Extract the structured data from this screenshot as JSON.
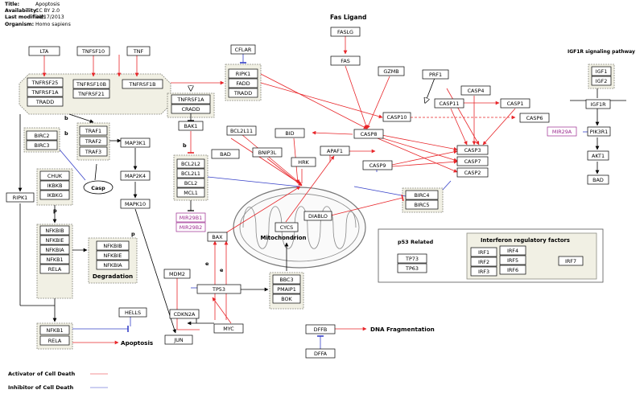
{
  "metadata": {
    "title_label": "Title:",
    "title": "Apoptosis",
    "availability_label": "Availability:",
    "availability": "CC BY 2.0",
    "modified_label": "Last modified:",
    "modified": "10/17/2013",
    "organism_label": "Organism:",
    "organism": "Homo sapiens"
  },
  "labels": {
    "fas_ligand": "Fas Ligand",
    "igf1r_pathway": "IGF1R signaling pathway",
    "mitochondrion": "Mitochondrion",
    "degradation": "Degradation",
    "apoptosis": "Apoptosis",
    "dna_fragmentation": "DNA Fragmentation",
    "p53_related": "p53 Related",
    "interferon": "Interferon regulatory factors",
    "casp": "Casp",
    "b1": "b",
    "b2": "b",
    "b3": "b",
    "p1": "p",
    "p2": "p",
    "e1": "e",
    "e2": "e"
  },
  "legend": {
    "activator": "Activator of Cell Death",
    "inhibitor": "Inhibitor of Cell Death"
  },
  "colors": {
    "activator": "#e8262a",
    "inhibitor": "#3540c8",
    "mirna": "#9b2a8f",
    "group_fill": "#f1f0e4",
    "group_stroke": "#8d8d82"
  },
  "genes": {
    "LTA": "LTA",
    "TNFSF10": "TNFSF10",
    "TNF": "TNF",
    "TNFRSF25": "TNFRSF25",
    "TNFRSF1A": "TNFRSF1A",
    "TRADD": "TRADD",
    "TNFRSF10B": "TNFRSF10B",
    "TNFRSF21": "TNFRSF21",
    "TNFRSF1B": "TNFRSF1B",
    "TNFRSF1A_2": "TNFRSF1A",
    "CRADD": "CRADD",
    "CFLAR": "CFLAR",
    "RIPK1": "RIPK1",
    "FADD": "FADD",
    "TRADD_2": "TRADD",
    "FASLG": "FASLG",
    "FAS": "FAS",
    "GZMB": "GZMB",
    "PRF1": "PRF1",
    "CASP4": "CASP4",
    "CASP11": "CASP11",
    "CASP1": "CASP1",
    "CASP10": "CASP10",
    "CASP6": "CASP6",
    "CASP8": "CASP8",
    "CASP3": "CASP3",
    "CASP7": "CASP7",
    "CASP2": "CASP2",
    "CASP9": "CASP9",
    "APAF1": "APAF1",
    "BID": "BID",
    "BCL2L11": "BCL2L11",
    "BNIP3L": "BNIP3L",
    "HRK": "HRK",
    "BAD": "BAD",
    "BAK1": "BAK1",
    "BCL2L2": "BCL2L2",
    "BCL2L1": "BCL2L1",
    "BCL2": "BCL2",
    "MCL1": "MCL1",
    "MIR29B1": "MIR29B1",
    "MIR29B2": "MIR29B2",
    "BIRC2": "BIRC2",
    "BIRC3": "BIRC3",
    "TRAF1": "TRAF1",
    "TRAF2": "TRAF2",
    "TRAF3": "TRAF3",
    "MAP3K1": "MAP3K1",
    "MAP2K4": "MAP2K4",
    "MAPK10": "MAPK10",
    "CHUK": "CHUK",
    "IKBKB": "IKBKB",
    "IKBKG": "IKBKG",
    "RIPK1_2": "RIPK1",
    "NFKBIB": "NFKBIB",
    "NFKBIE": "NFKBIE",
    "NFKBIA": "NFKBIA",
    "NFKB1": "NFKB1",
    "RELA": "RELA",
    "NFKBIB_2": "NFKBIB",
    "NFKBIE_2": "NFKBIE",
    "NFKBIA_2": "NFKBIA",
    "NFKB1_2": "NFKB1",
    "RELA_2": "RELA",
    "HELLS": "HELLS",
    "BIRC4": "BIRC4",
    "BIRC5": "BIRC5",
    "DIABLO": "DIABLO",
    "CYCS": "CYCS",
    "BAX": "BAX",
    "MDM2": "MDM2",
    "TP53": "TP53",
    "CDKN2A": "CDKN2A",
    "MYC": "MYC",
    "JUN": "JUN",
    "BBC3": "BBC3",
    "PMAIP1": "PMAIP1",
    "BOK": "BOK",
    "DFFB": "DFFB",
    "DFFA": "DFFA",
    "IGF1": "IGF1",
    "IGF2": "IGF2",
    "IGF1R": "IGF1R",
    "MIR29A": "MIR29A",
    "PIK3R1": "PIK3R1",
    "AKT1": "AKT1",
    "BAD_2": "BAD",
    "TP73": "TP73",
    "TP63": "TP63",
    "IRF1": "IRF1",
    "IRF2": "IRF2",
    "IRF3": "IRF3",
    "IRF4": "IRF4",
    "IRF5": "IRF5",
    "IRF6": "IRF6",
    "IRF7": "IRF7"
  }
}
